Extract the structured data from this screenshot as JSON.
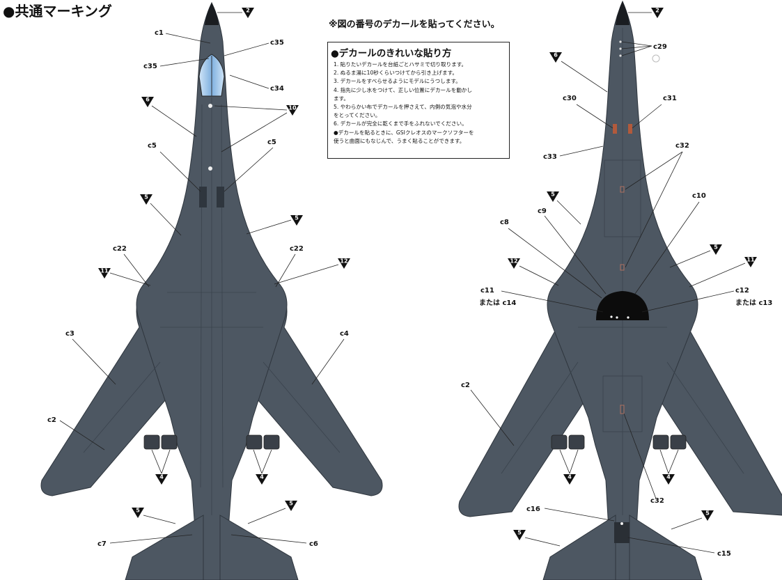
{
  "title": "●共通マーキング",
  "notice": "※図の番号のデカールを貼ってください。",
  "instructions": {
    "heading": "●デカールのきれいな貼り方",
    "steps": [
      "1. 貼りたいデカールを台紙ごとハサミで切り取ります。",
      "2. ぬるま湯に10秒くらいつけてから引き上げます。",
      "3. デカールをすべらせるようにモデルにうつします。",
      "4. 指先に少し水をつけて、正しい位置にデカールを動かし",
      "   ます。",
      "5. やわらかい布でデカールを押さえて、内側の気泡や水分",
      "   をとってください。",
      "6. デカールが完全に乾くまで手をふれないでください。",
      "●デカールを貼るときに、GSIクレオスのマークソフターを",
      "   使うと曲面にもなじんで、うまく貼ることができます。"
    ]
  },
  "colors": {
    "aircraft": "#4d5762",
    "aircraft_dark": "#3a434d",
    "canopy": "#9fc4e6",
    "line": "#222222",
    "marker": "#111111"
  },
  "top_view": {
    "labels": {
      "c1": "c1",
      "c35a": "c35",
      "c35b": "c35",
      "c34": "c34",
      "c5a": "c5",
      "c5b": "c5",
      "c22a": "c22",
      "c22b": "c22",
      "c3": "c3",
      "c4": "c4",
      "c2": "c2",
      "c7": "c7",
      "c6": "c6"
    },
    "markers": {
      "m2": "2",
      "m6": "6",
      "m10": "10",
      "m5a": "5",
      "m5b": "5",
      "m11": "11",
      "m12": "12",
      "m4a": "4",
      "m4b": "4",
      "m5c": "5",
      "m5d": "5"
    }
  },
  "bottom_view": {
    "labels": {
      "c29": "c29",
      "c30": "c30",
      "c31": "c31",
      "c33": "c33",
      "c32a": "c32",
      "c10": "c10",
      "c9": "c9",
      "c8": "c8",
      "c11": "c11",
      "c14": "または c14",
      "c12": "c12",
      "c13": "または c13",
      "c2": "c2",
      "c32b": "c32",
      "c16": "c16",
      "c15": "c15"
    },
    "markers": {
      "m2": "2",
      "m6": "6",
      "m5a": "5",
      "m12": "12",
      "m5b": "5",
      "m11": "11",
      "m4a": "4",
      "m4b": "4",
      "m5c": "5",
      "m5d": "5"
    }
  }
}
